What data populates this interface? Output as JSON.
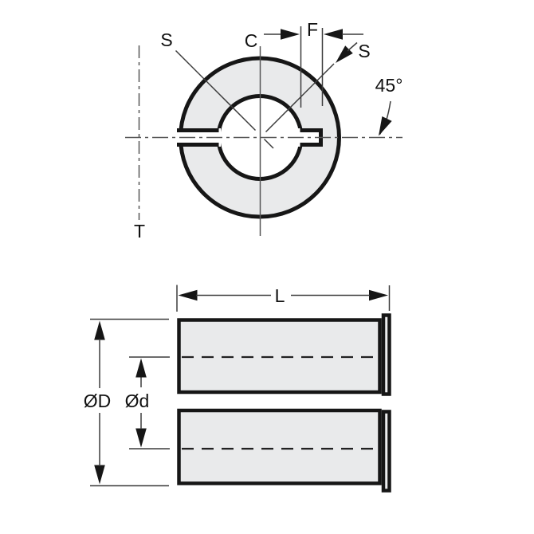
{
  "top_view": {
    "s_label_left": "S",
    "c_label": "C",
    "f_label": "F",
    "s_label_right": "S",
    "angle_label": "45°",
    "t_label": "T"
  },
  "side_view": {
    "l_label": "L",
    "od_label": "ØD",
    "id_label": "Ød"
  },
  "colors": {
    "part_fill": "#e9eaeb",
    "flange_fill": "#ecedee",
    "line_color": "#161616",
    "background": "#ffffff"
  }
}
